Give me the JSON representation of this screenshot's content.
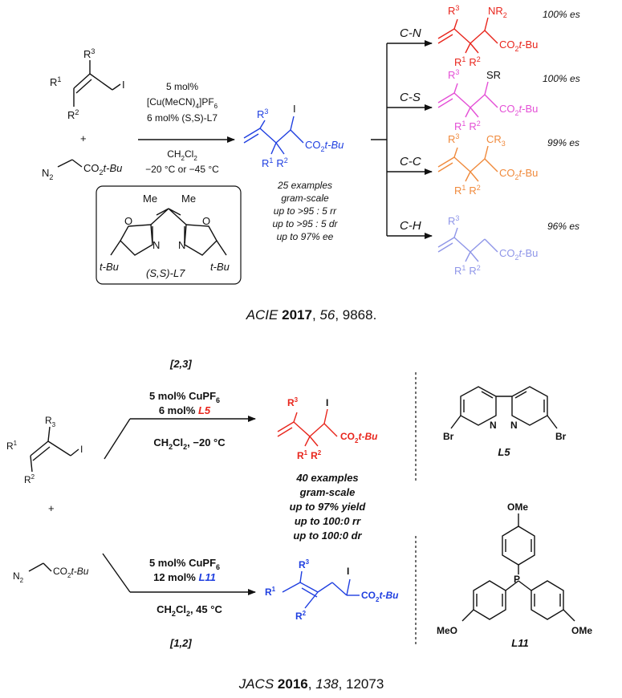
{
  "colors": {
    "red": "#e8251c",
    "magenta": "#e44fd6",
    "orange": "#f08a3c",
    "lavender": "#8f96e8",
    "blue": "#1f3fe0",
    "black": "#111111"
  },
  "top": {
    "reactant": {
      "r1": "R",
      "r1sup": "1",
      "r3": "R",
      "r3sup": "3",
      "r2": "R",
      "r2sup": "2",
      "iodide": "I",
      "plus": "+",
      "diazo_n2": "N",
      "diazo_sub": "2",
      "diazo_ester": "CO",
      "diazo_ester_sub": "2",
      "diazo_ester_tail": "t-Bu"
    },
    "conditions": {
      "line1": "5 mol%",
      "line2a": "[Cu(MeCN)",
      "line2sub": "4",
      "line2b": "]PF",
      "line2sub2": "6",
      "line3": "6 mol% (S,S)-L7",
      "line4a": "CH",
      "line4s1": "2",
      "line4b": "Cl",
      "line4s2": "2",
      "line5": "−20 °C or −45 °C"
    },
    "ligand": {
      "me1": "Me",
      "me2": "Me",
      "o1": "O",
      "o2": "O",
      "n1": "N",
      "n2": "N",
      "tbu1": "t-Bu",
      "tbu2": "t-Bu",
      "name": "(S,S)-L7"
    },
    "product": {
      "r3": "R",
      "r3sup": "3",
      "r1": "R",
      "r1sup": "1",
      "r2": "R",
      "r2sup": "2",
      "i": "I",
      "ester": "CO",
      "ester_sub": "2",
      "ester_tail": "t-Bu"
    },
    "stats": [
      "25 examples",
      "gram-scale",
      "up to >95 : 5 rr",
      "up to >95 : 5 dr",
      "up to 97% ee"
    ],
    "branches": [
      {
        "label": "C-N",
        "sub": "NR",
        "sub_sub": "2",
        "es": "100% es",
        "color": "red"
      },
      {
        "label": "C-S",
        "sub": "SR",
        "sub_sub": "",
        "es": "100% es",
        "color": "magenta"
      },
      {
        "label": "C-C",
        "sub": "CR",
        "sub_sub": "3",
        "es": "99% es",
        "color": "orange"
      },
      {
        "label": "C-H",
        "sub": "",
        "sub_sub": "",
        "es": "96% es",
        "color": "lavender"
      }
    ],
    "citation": {
      "journal": "ACIE",
      "year": "2017",
      "volume": "56",
      "page": ", 9868."
    }
  },
  "bottom": {
    "reactant": {
      "r1": "R",
      "r1sup": "1",
      "r3": "R",
      "r3sub": "3",
      "r2": "R",
      "r2sup": "2",
      "iodide": "I",
      "plus": "+",
      "diazo_n2": "N",
      "diazo_sub": "2",
      "diazo_ester": "CO",
      "diazo_ester_sub": "2",
      "diazo_ester_tail": "t-Bu"
    },
    "label_23": "[2,3]",
    "label_12": "[1,2]",
    "cond_top": {
      "l1a": "5 mol% CuPF",
      "l1s": "6",
      "l2a": "6 mol% ",
      "l2b": "L5",
      "l3a": "CH",
      "l3s1": "2",
      "l3b": "Cl",
      "l3s2": "2",
      "l3c": ", −20 °C"
    },
    "cond_bot": {
      "l1a": "5 mol% CuPF",
      "l1s": "6",
      "l2a": "12 mol% ",
      "l2b": "L11",
      "l3a": "CH",
      "l3s1": "2",
      "l3b": "Cl",
      "l3s2": "2",
      "l3c": ", 45 °C"
    },
    "product_23": {
      "r3": "R",
      "r3sup": "3",
      "r1": "R",
      "r1sup": "1",
      "r2": "R",
      "r2sup": "2",
      "i": "I",
      "ester": "CO",
      "ester_sub": "2",
      "ester_tail": "t-Bu"
    },
    "product_12": {
      "r3": "R",
      "r3sup": "3",
      "r1": "R",
      "r1sup": "1",
      "r2": "R",
      "r2sup": "2",
      "i": "I",
      "ester": "CO",
      "ester_sub": "2",
      "ester_tail": "t-Bu"
    },
    "stats": [
      "40 examples",
      "gram-scale",
      "up to 97% yield",
      "up to 100:0 rr",
      "up to 100:0 dr"
    ],
    "l5": {
      "br1": "Br",
      "br2": "Br",
      "n1": "N",
      "n2": "N",
      "name": "L5"
    },
    "l11": {
      "ome_top": "OMe",
      "ome_left": "MeO",
      "ome_right": "OMe",
      "p": "P",
      "name": "L11"
    },
    "citation": {
      "journal": "JACS",
      "year": "2016",
      "volume": "138",
      "page": ", 12073"
    }
  }
}
